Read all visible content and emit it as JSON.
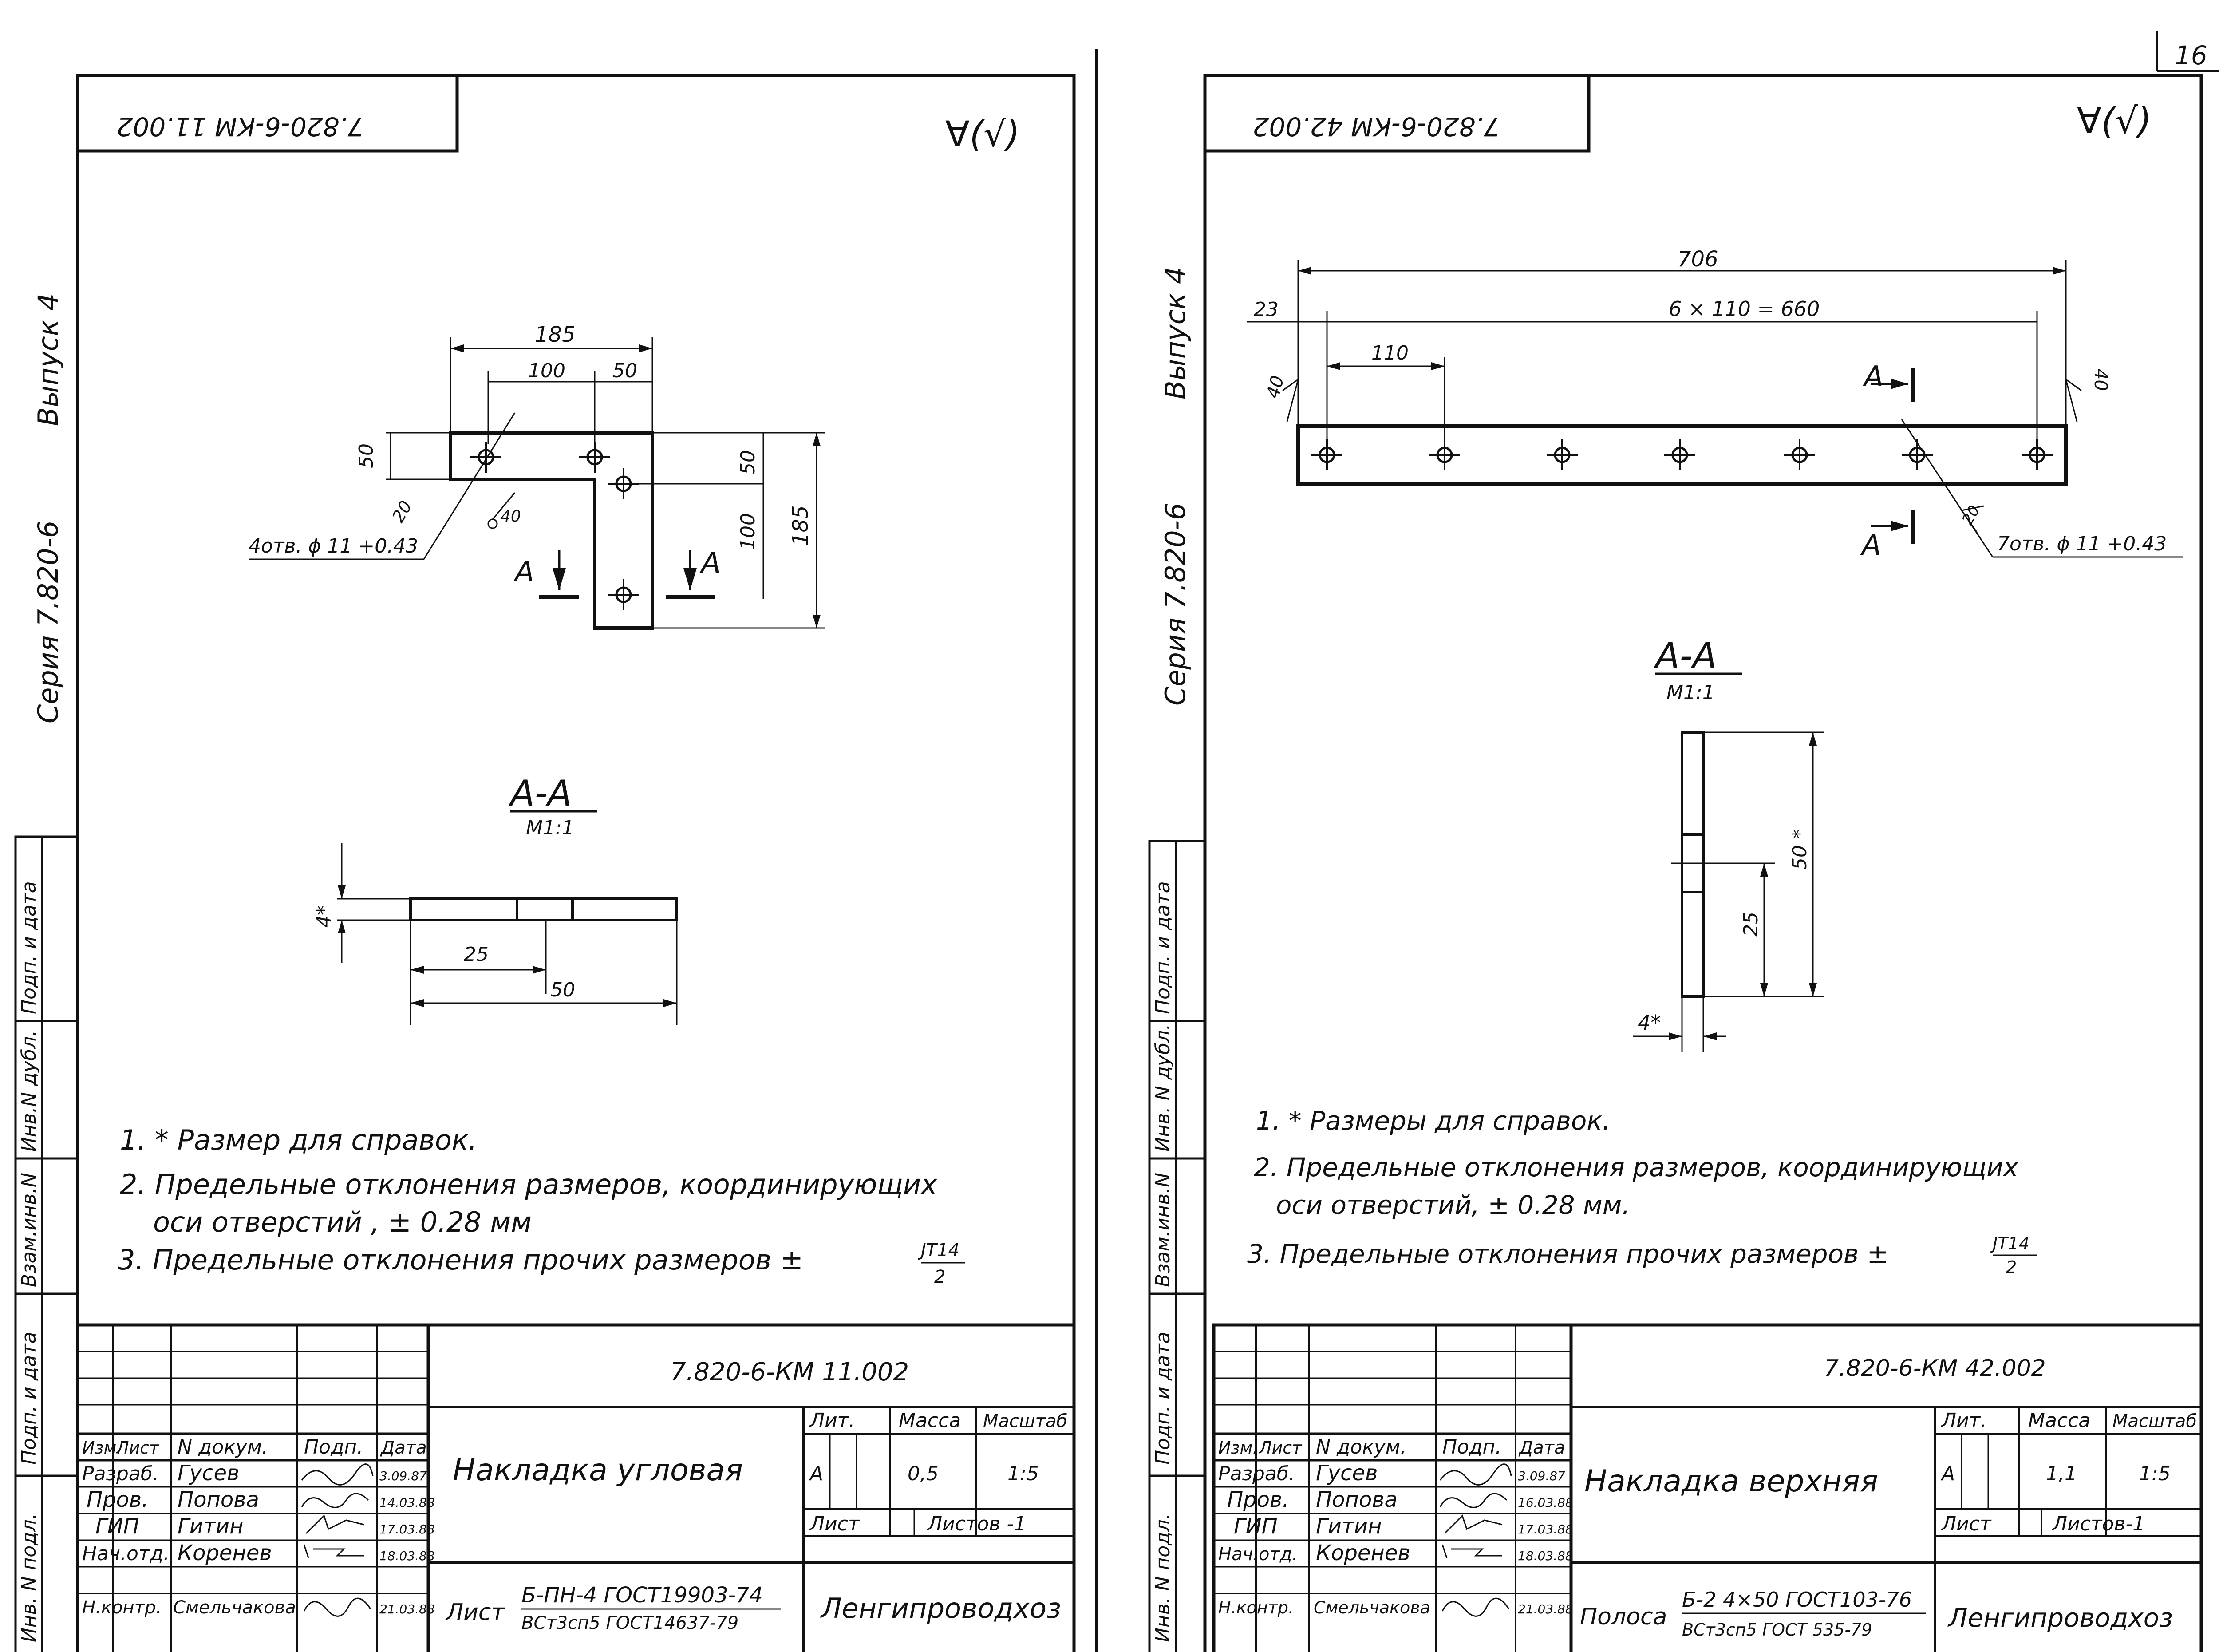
{
  "page_number": "16",
  "left": {
    "stamp_code": "7.820-6-КМ 11.002",
    "surface_mark": "∀(√)",
    "side_series": "Серия   7.820-6",
    "side_issue": "Выпуск 4",
    "dims": {
      "d185_top": "185",
      "d100": "100",
      "d50_top": "50",
      "d50_left": "50",
      "d50_right": "50",
      "d100_right": "100",
      "d185_right": "185",
      "d20": "20",
      "d40": "40"
    },
    "holes_note": "4отв. ϕ 11 +0.43",
    "section_marker": "А",
    "section_title": "А-А",
    "section_scale": "М1:1",
    "section_dims": {
      "thick": "4*",
      "d25": "25",
      "d50": "50"
    },
    "notes": [
      "1. * Размер  для   справок.",
      "2. Предельные   отклонения   размеров, координирующих",
      "оси    отверстий , ± 0.28 мм",
      "3. Предельные   отклонения   прочих  размеров ±"
    ],
    "it_fraction": {
      "num": "ЈТ14",
      "den": "2"
    },
    "title_block": {
      "code": "7.820-6-КМ 11.002",
      "name": "Накладка угловая",
      "lit_header": "Лит.",
      "mass_header": "Масса",
      "scale_header": "Масштаб",
      "lit": "А",
      "mass": "0,5",
      "scale": "1:5",
      "sheet": "Лист",
      "sheets": "Листов -1",
      "material_prefix": "Лист",
      "material_top": "Б-ПН-4  ГОСТ19903-74",
      "material_bottom": "ВСт3сп5 ГОСТ14637-79",
      "org": "Ленгипроводхоз",
      "col_headers": [
        "Изм.",
        "Лист",
        "N докум.",
        "Подп.",
        "Дата"
      ],
      "rows": [
        {
          "role": "Разраб.",
          "name": "Гусев",
          "date": "3.09.87"
        },
        {
          "role": "Пров.",
          "name": "Попова",
          "date": "14.03.88"
        },
        {
          "role": "ГИП",
          "name": "Гитин",
          "date": "17.03.88"
        },
        {
          "role": "Нач.отд.",
          "name": "Коренев",
          "date": "18.03.88"
        },
        {
          "role": "Н.контр.",
          "name": "Смельчакова",
          "date": "21.03.88"
        }
      ]
    },
    "margin_stamp": [
      "Инв. N подл.",
      "Подп. и дата",
      "Взам.инв.N",
      "Инв.N дубл.",
      "Подп. и дата"
    ]
  },
  "right": {
    "stamp_code": "7.820-6-КМ 42.002",
    "surface_mark": "∀(√)",
    "side_series": "Серия  7.820-6",
    "side_issue": "Выпуск 4",
    "dims": {
      "d706": "706",
      "d660": "6 × 110 = 660",
      "d110": "110",
      "d23": "23",
      "d40_left": "40",
      "d40_right": "40",
      "d20": "20"
    },
    "holes_note": "7отв. ϕ 11 +0.43",
    "section_marker": "А",
    "section_title": "А-А",
    "section_scale": "М1:1",
    "section_dims": {
      "d50": "50 *",
      "d25": "25",
      "thick": "4*"
    },
    "notes": [
      "1. * Размеры  для    справок.",
      "2. Предельные   отклонения   размеров, координирующих",
      "оси   отверстий, ± 0.28 мм.",
      "3. Предельные   отклонения   прочих  размеров ±"
    ],
    "it_fraction": {
      "num": "ЈТ14",
      "den": "2"
    },
    "title_block": {
      "code": "7.820-6-КМ 42.002",
      "name": "Накладка  верхняя",
      "lit_header": "Лит.",
      "mass_header": "Масса",
      "scale_header": "Масштаб",
      "lit": "А",
      "mass": "1,1",
      "scale": "1:5",
      "sheet": "Лист",
      "sheets": "Листов-1",
      "material_prefix": "Полоса",
      "material_top": "Б-2  4×50  ГОСТ103-76",
      "material_bottom": "ВСт3сп5 ГОСТ 535-79",
      "org": "Ленгипроводхоз",
      "col_headers": [
        "Изм.",
        "Лист",
        "N докум.",
        "Подп.",
        "Дата"
      ],
      "rows": [
        {
          "role": "Разраб.",
          "name": "Гусев",
          "date": "3.09.87"
        },
        {
          "role": "Пров.",
          "name": "Попова",
          "date": "16.03.88"
        },
        {
          "role": "ГИП",
          "name": "Гитин",
          "date": "17.03.88"
        },
        {
          "role": "Нач.отд.",
          "name": "Коренев",
          "date": "18.03.88"
        },
        {
          "role": "Н.контр.",
          "name": "Смельчакова",
          "date": "21.03.88"
        }
      ]
    },
    "margin_stamp": [
      "Инв. N подл.",
      "Подп. и дата",
      "Взам.инв.N",
      "Инв. N дубл.",
      "Подп. и дата"
    ]
  }
}
